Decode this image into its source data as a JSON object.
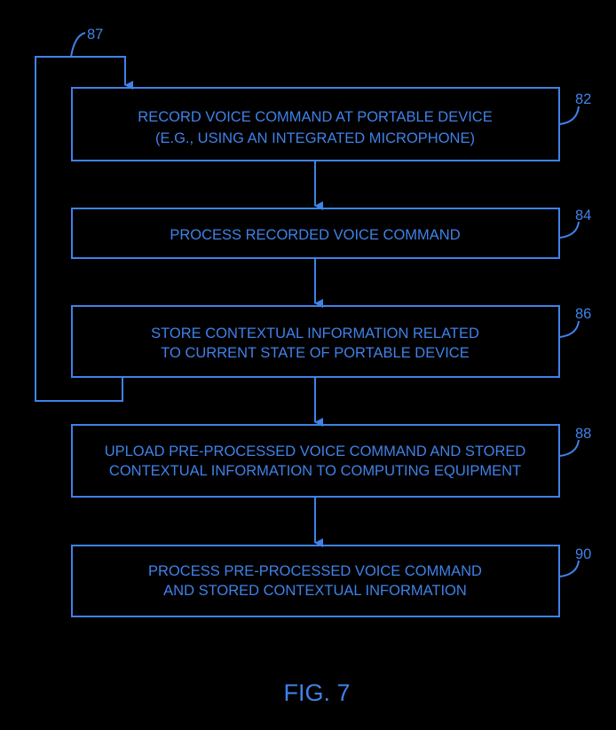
{
  "colors": {
    "background": "#000000",
    "line": "#3f82e8"
  },
  "steps": [
    {
      "ref": "82",
      "lines": [
        "RECORD VOICE COMMAND AT PORTABLE DEVICE",
        "(E.G., USING AN INTEGRATED MICROPHONE)"
      ]
    },
    {
      "ref": "84",
      "lines": [
        "PROCESS RECORDED VOICE COMMAND"
      ]
    },
    {
      "ref": "86",
      "lines": [
        "STORE CONTEXTUAL INFORMATION RELATED",
        "TO CURRENT STATE OF PORTABLE DEVICE"
      ]
    },
    {
      "ref": "88",
      "lines": [
        "UPLOAD PRE-PROCESSED VOICE COMMAND AND STORED",
        "CONTEXTUAL INFORMATION TO COMPUTING EQUIPMENT"
      ]
    },
    {
      "ref": "90",
      "lines": [
        "PROCESS PRE-PROCESSED VOICE COMMAND",
        "AND STORED CONTEXTUAL INFORMATION"
      ]
    }
  ],
  "loop": {
    "ref": "87",
    "from_step": "86",
    "to_step": "82"
  },
  "figure_label": "FIG. 7"
}
